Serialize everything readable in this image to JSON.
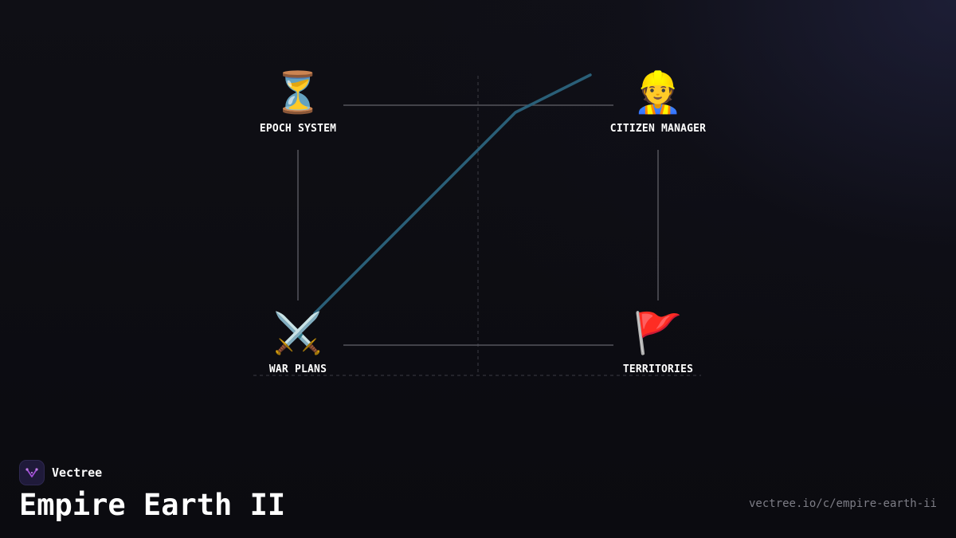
{
  "diagram": {
    "nodes": [
      {
        "id": "epoch-system",
        "icon": "hourglass-icon",
        "emoji": "⏳",
        "label": "EPOCH SYSTEM"
      },
      {
        "id": "citizen-manager",
        "icon": "construction-worker-icon",
        "emoji": "👷",
        "label": "CITIZEN MANAGER"
      },
      {
        "id": "war-plans",
        "icon": "crossed-swords-icon",
        "emoji": "⚔️",
        "label": "WAR PLANS"
      },
      {
        "id": "territories",
        "icon": "red-flag-icon",
        "emoji": "🚩",
        "label": "TERRITORIES"
      }
    ],
    "connections": [
      {
        "from": "epoch-system",
        "to": "citizen-manager"
      },
      {
        "from": "epoch-system",
        "to": "war-plans"
      },
      {
        "from": "citizen-manager",
        "to": "territories"
      },
      {
        "from": "war-plans",
        "to": "territories"
      }
    ],
    "colors": {
      "connector": "#55555c",
      "guide": "#3c3c44",
      "trend": "#2a5f78"
    }
  },
  "footer": {
    "brand_name": "Vectree",
    "brand_icon": "vectree-logo-icon",
    "brand_color": "#a14fd6",
    "title": "Empire Earth II",
    "url": "vectree.io/c/empire-earth-ii"
  }
}
